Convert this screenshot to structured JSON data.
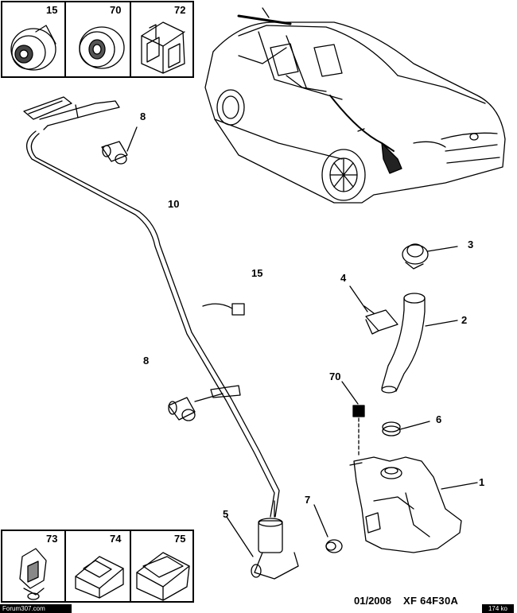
{
  "top_boxes": [
    {
      "number": "15"
    },
    {
      "number": "70"
    },
    {
      "number": "72"
    }
  ],
  "bottom_boxes": [
    {
      "number": "73"
    },
    {
      "number": "74"
    },
    {
      "number": "75"
    }
  ],
  "callouts": {
    "c1": "1",
    "c2": "2",
    "c3": "3",
    "c4": "4",
    "c5": "5",
    "c6": "6",
    "c7": "7",
    "c8a": "8",
    "c8b": "8",
    "c10": "10",
    "c15": "15",
    "c70": "70"
  },
  "footer": {
    "date": "01/2008",
    "code": "XF 64F30A",
    "forum": "Forum307.com",
    "size": "174 ko"
  }
}
